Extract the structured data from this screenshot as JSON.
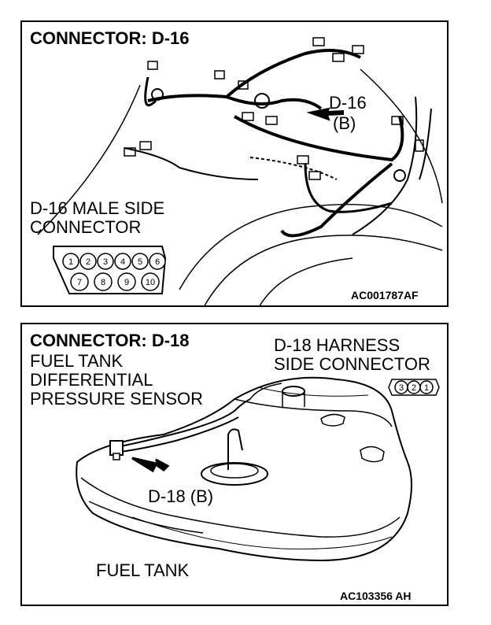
{
  "panels": [
    {
      "title": "CONNECTOR: D-16",
      "callout_line1": "D-16",
      "callout_line2": "(B)",
      "connector_label_line1": "D-16 MALE SIDE",
      "connector_label_line2": "CONNECTOR",
      "pins_top": [
        "1",
        "2",
        "3",
        "4",
        "5",
        "6"
      ],
      "pins_bottom": [
        "7",
        "8",
        "9",
        "10"
      ],
      "figure_code": "AC001787AF"
    },
    {
      "title": "CONNECTOR: D-18",
      "component_line1": "FUEL TANK",
      "component_line2": "DIFFERENTIAL",
      "component_line3": "PRESSURE SENSOR",
      "connector_label_line1": "D-18 HARNESS",
      "connector_label_line2": "SIDE CONNECTOR",
      "pins": [
        "3",
        "2",
        "1"
      ],
      "callout": "D-18 (B)",
      "tank_label": "FUEL TANK",
      "figure_code": "AC103356 AH"
    }
  ]
}
